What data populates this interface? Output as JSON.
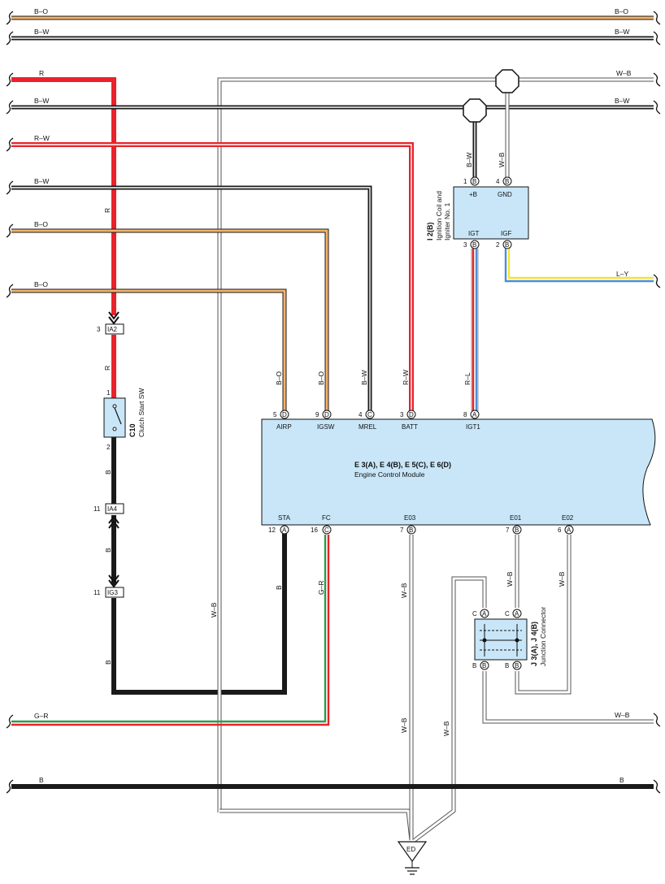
{
  "colors": {
    "B": "#1a1a1a",
    "W": "#ffffff",
    "R": "#e8232a",
    "O": "#f3b26b",
    "L": "#4a90d9",
    "Y": "#f2e33a",
    "G": "#2f9a4a",
    "ecm_fill": "#c8e6f8",
    "wire_outline": "#555555"
  },
  "bus_labels": {
    "b_o_top_left": "B–O",
    "b_o_top_right": "B–O",
    "b_w_top_left": "B–W",
    "b_w_top_right": "B–W",
    "r_left": "R",
    "w_b_top_right": "W–B",
    "b_w_2_left": "B–W",
    "b_w_2_right": "B–W",
    "r_w_left": "R–W",
    "b_w_3_left": "B–W",
    "b_o_2_left": "B–O",
    "b_o_3_left": "B–O",
    "l_y_right": "L–Y",
    "w_b_right_low": "W–B",
    "g_r_left": "G–R",
    "b_bottom_left": "B",
    "b_bottom_right": "B"
  },
  "wire_labels": {
    "r_vert_1": "R",
    "r_vert_2": "R",
    "b_vert_1": "B",
    "b_vert_2": "B",
    "b_vert_3": "B",
    "w_b_left_vert": "W–B",
    "airp": "B–O",
    "igsw": "B–O",
    "mrel": "B–W",
    "batt": "R–W",
    "igt1": "R–L",
    "sta": "B",
    "fc": "G–R",
    "e03": "W–B",
    "e03_low": "W–B",
    "jc_left": "W–B",
    "e01": "W–B",
    "e02": "W–B",
    "coil_pb": "B–W",
    "coil_gnd": "W–B"
  },
  "connectors": {
    "ia2": "IA2",
    "ia2_pin": "3",
    "ia4": "IA4",
    "ia4_pin": "11",
    "ig3": "IG3",
    "ig3_pin": "11"
  },
  "clutch_switch": {
    "code": "C10",
    "name": "Clutch Start SW",
    "pin_top": "1",
    "pin_bottom": "2"
  },
  "ecm": {
    "title": "E 3(A), E 4(B), E 5(C), E 6(D)",
    "name": "Engine Control Module",
    "top_pins": [
      {
        "num": "5",
        "letter": "D",
        "label": "AIRP"
      },
      {
        "num": "9",
        "letter": "D",
        "label": "IGSW"
      },
      {
        "num": "4",
        "letter": "C",
        "label": "MREL"
      },
      {
        "num": "3",
        "letter": "D",
        "label": "BATT"
      },
      {
        "num": "8",
        "letter": "A",
        "label": "IGT1"
      }
    ],
    "bottom_pins": [
      {
        "num": "12",
        "letter": "A",
        "label": "STA"
      },
      {
        "num": "16",
        "letter": "C",
        "label": "FC"
      },
      {
        "num": "7",
        "letter": "B",
        "label": "E03"
      },
      {
        "num": "7",
        "letter": "B",
        "label": "E01"
      },
      {
        "num": "6",
        "letter": "A",
        "label": "E02"
      }
    ]
  },
  "ignition_coil": {
    "code": "I 2(B)",
    "name_line1": "Ignition Coil and",
    "name_line2": "Igniter No. 1",
    "pins": [
      {
        "num": "1",
        "letter": "B",
        "label": "+B"
      },
      {
        "num": "4",
        "letter": "B",
        "label": "GND"
      },
      {
        "num": "3",
        "letter": "B",
        "label": "IGT"
      },
      {
        "num": "2",
        "letter": "B",
        "label": "IGF"
      }
    ]
  },
  "junction_connector": {
    "code": "J 3(A), J 4(B)",
    "name": "Junction Connector",
    "top": [
      {
        "num": "C",
        "letter": "A"
      },
      {
        "num": "C",
        "letter": "A"
      }
    ],
    "bottom": [
      {
        "num": "B",
        "letter": "B"
      },
      {
        "num": "B",
        "letter": "B"
      }
    ]
  },
  "ground": {
    "label": "ED"
  }
}
